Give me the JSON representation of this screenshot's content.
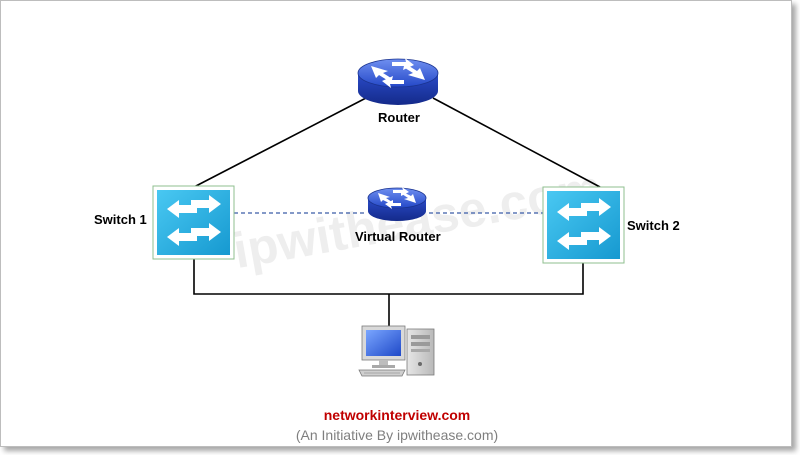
{
  "nodes": {
    "router": {
      "label": "Router"
    },
    "virtual_router": {
      "label": "Virtual Router"
    },
    "switch1": {
      "label": "Switch 1"
    },
    "switch2": {
      "label": "Switch 2"
    },
    "host": {
      "label": ""
    }
  },
  "footer": {
    "site": "networkinterview.com",
    "tagline": "(An Initiative By ipwithease.com)"
  },
  "watermark": "ipwithease.com",
  "colors": {
    "router_blue": "#2f55d4",
    "switch_cyan": "#26b3e6",
    "dashed_link": "#3a5ca8",
    "site_red": "#c00000",
    "tagline_gray": "#7f7f7f"
  },
  "icons": {
    "router": "router-icon",
    "virtual_router": "router-icon",
    "switch": "switch-icon",
    "host": "desktop-computer-icon"
  }
}
